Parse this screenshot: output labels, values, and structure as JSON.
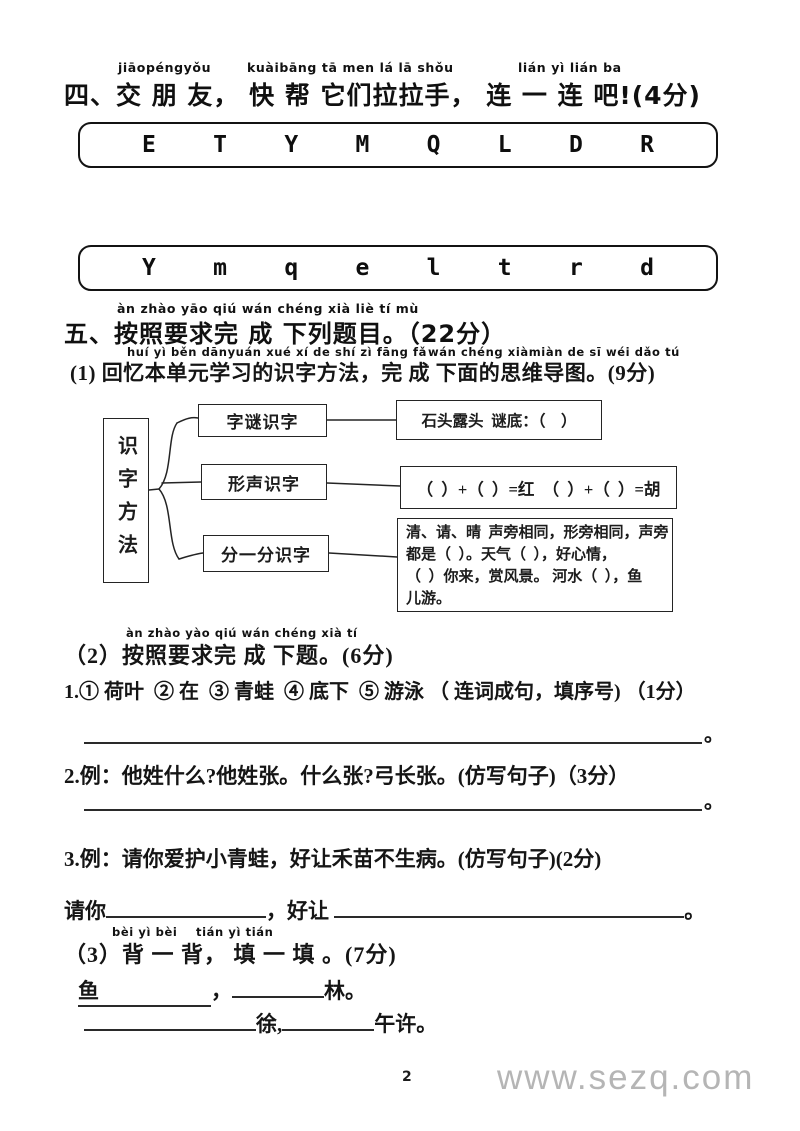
{
  "page": {
    "number": "2",
    "watermark": "www.sezq.com",
    "ink_color": "#1c1c1c",
    "watermark_color": "#b5b5b5"
  },
  "section4": {
    "pinyin1": "jiāopéngyǒu",
    "pinyin2": "kuàibāng tā men lá lā shǒu",
    "pinyin3": "lián yì lián ba",
    "title": "四、交 朋 友， 快 帮 它们拉拉手， 连 一 连 吧!(4分)",
    "box1_letters": [
      "E",
      "T",
      "Y",
      "M",
      "Q",
      "L",
      "D",
      "R"
    ],
    "box2_letters": [
      "Y",
      "m",
      "q",
      "e",
      "l",
      "t",
      "r",
      "d"
    ]
  },
  "section5": {
    "pinyin": "àn zhào yāo qiú wán chéng xià liè tí mù",
    "title": "五、按照要求完 成 下列题目。（22分）",
    "part1": {
      "pinyin1": "huí yì běn dānyuán xué xí de shí zì fāng fǎ",
      "pinyin2": "wán chéng xiàmiàn de sī wéi dǎo tú",
      "text": "(1) 回忆本单元学习的识字方法，完 成 下面的思维导图。(9分)",
      "mindmap": {
        "root": "识字方法",
        "branch1": {
          "label": "字谜识字",
          "detail": "石头露头  谜底：（    ）"
        },
        "branch2": {
          "label": "形声识字",
          "detail": "（  ）+（  ）=红  （  ）+（  ）=胡"
        },
        "branch3": {
          "label": "分一分识字",
          "detail_line1": "清、请、晴  声旁相同，形旁相同，声旁",
          "detail_line2": "都是（  ）。天气（  ），好心情，",
          "detail_line3": "（  ）你来，赏风景。 河水（  ），鱼",
          "detail_line4": "儿游。"
        }
      }
    },
    "part2": {
      "pinyin": "àn zhào yào qiú wán chéng xià tí",
      "title": "（2）按照要求完 成 下题。(6分)",
      "item1": "1.① 荷叶  ② 在  ③ 青蛙  ④ 底下  ⑤ 游泳 （ 连词成句，填序号) （1分）",
      "item1_period": "。",
      "item2": "2.例：他姓什么?他姓张。什么张?弓长张。(仿写句子)（3分）",
      "item2_period": "。",
      "item3": "3.例：请你爱护小青蛙，好让禾苗不生病。(仿写句子)(2分)",
      "fill_prefix": "请你",
      "fill_mid": "，好让 ",
      "fill_period": "。"
    },
    "part3": {
      "pinyin1": "bèi yì bèi",
      "pinyin2": "tián yì tián",
      "title": "（3）背 一 背， 填 一 填 。(7分)",
      "line1_pre": "鱼",
      "line1_mid": "，",
      "line1_suf": "林。",
      "line2_mid": "徐,",
      "line2_suf": "午许。"
    }
  }
}
